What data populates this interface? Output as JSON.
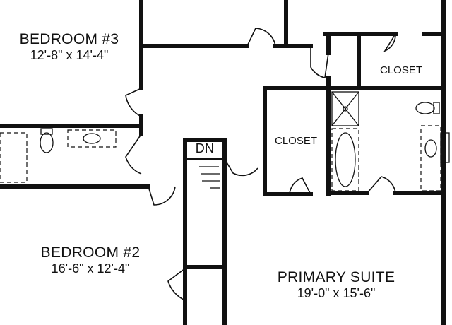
{
  "rooms": {
    "bedroom3": {
      "name": "BEDROOM #3",
      "dims": "12'-8\" x 14'-4\""
    },
    "bedroom2": {
      "name": "BEDROOM #2",
      "dims": "16'-6\" x 12'-4\""
    },
    "primary": {
      "name": "PRIMARY SUITE",
      "dims": "19'-0\" x 15'-6\""
    },
    "closet_top": {
      "name": "CLOSET"
    },
    "closet_mid": {
      "name": "CLOSET"
    }
  },
  "stairs": {
    "label": "DN"
  }
}
